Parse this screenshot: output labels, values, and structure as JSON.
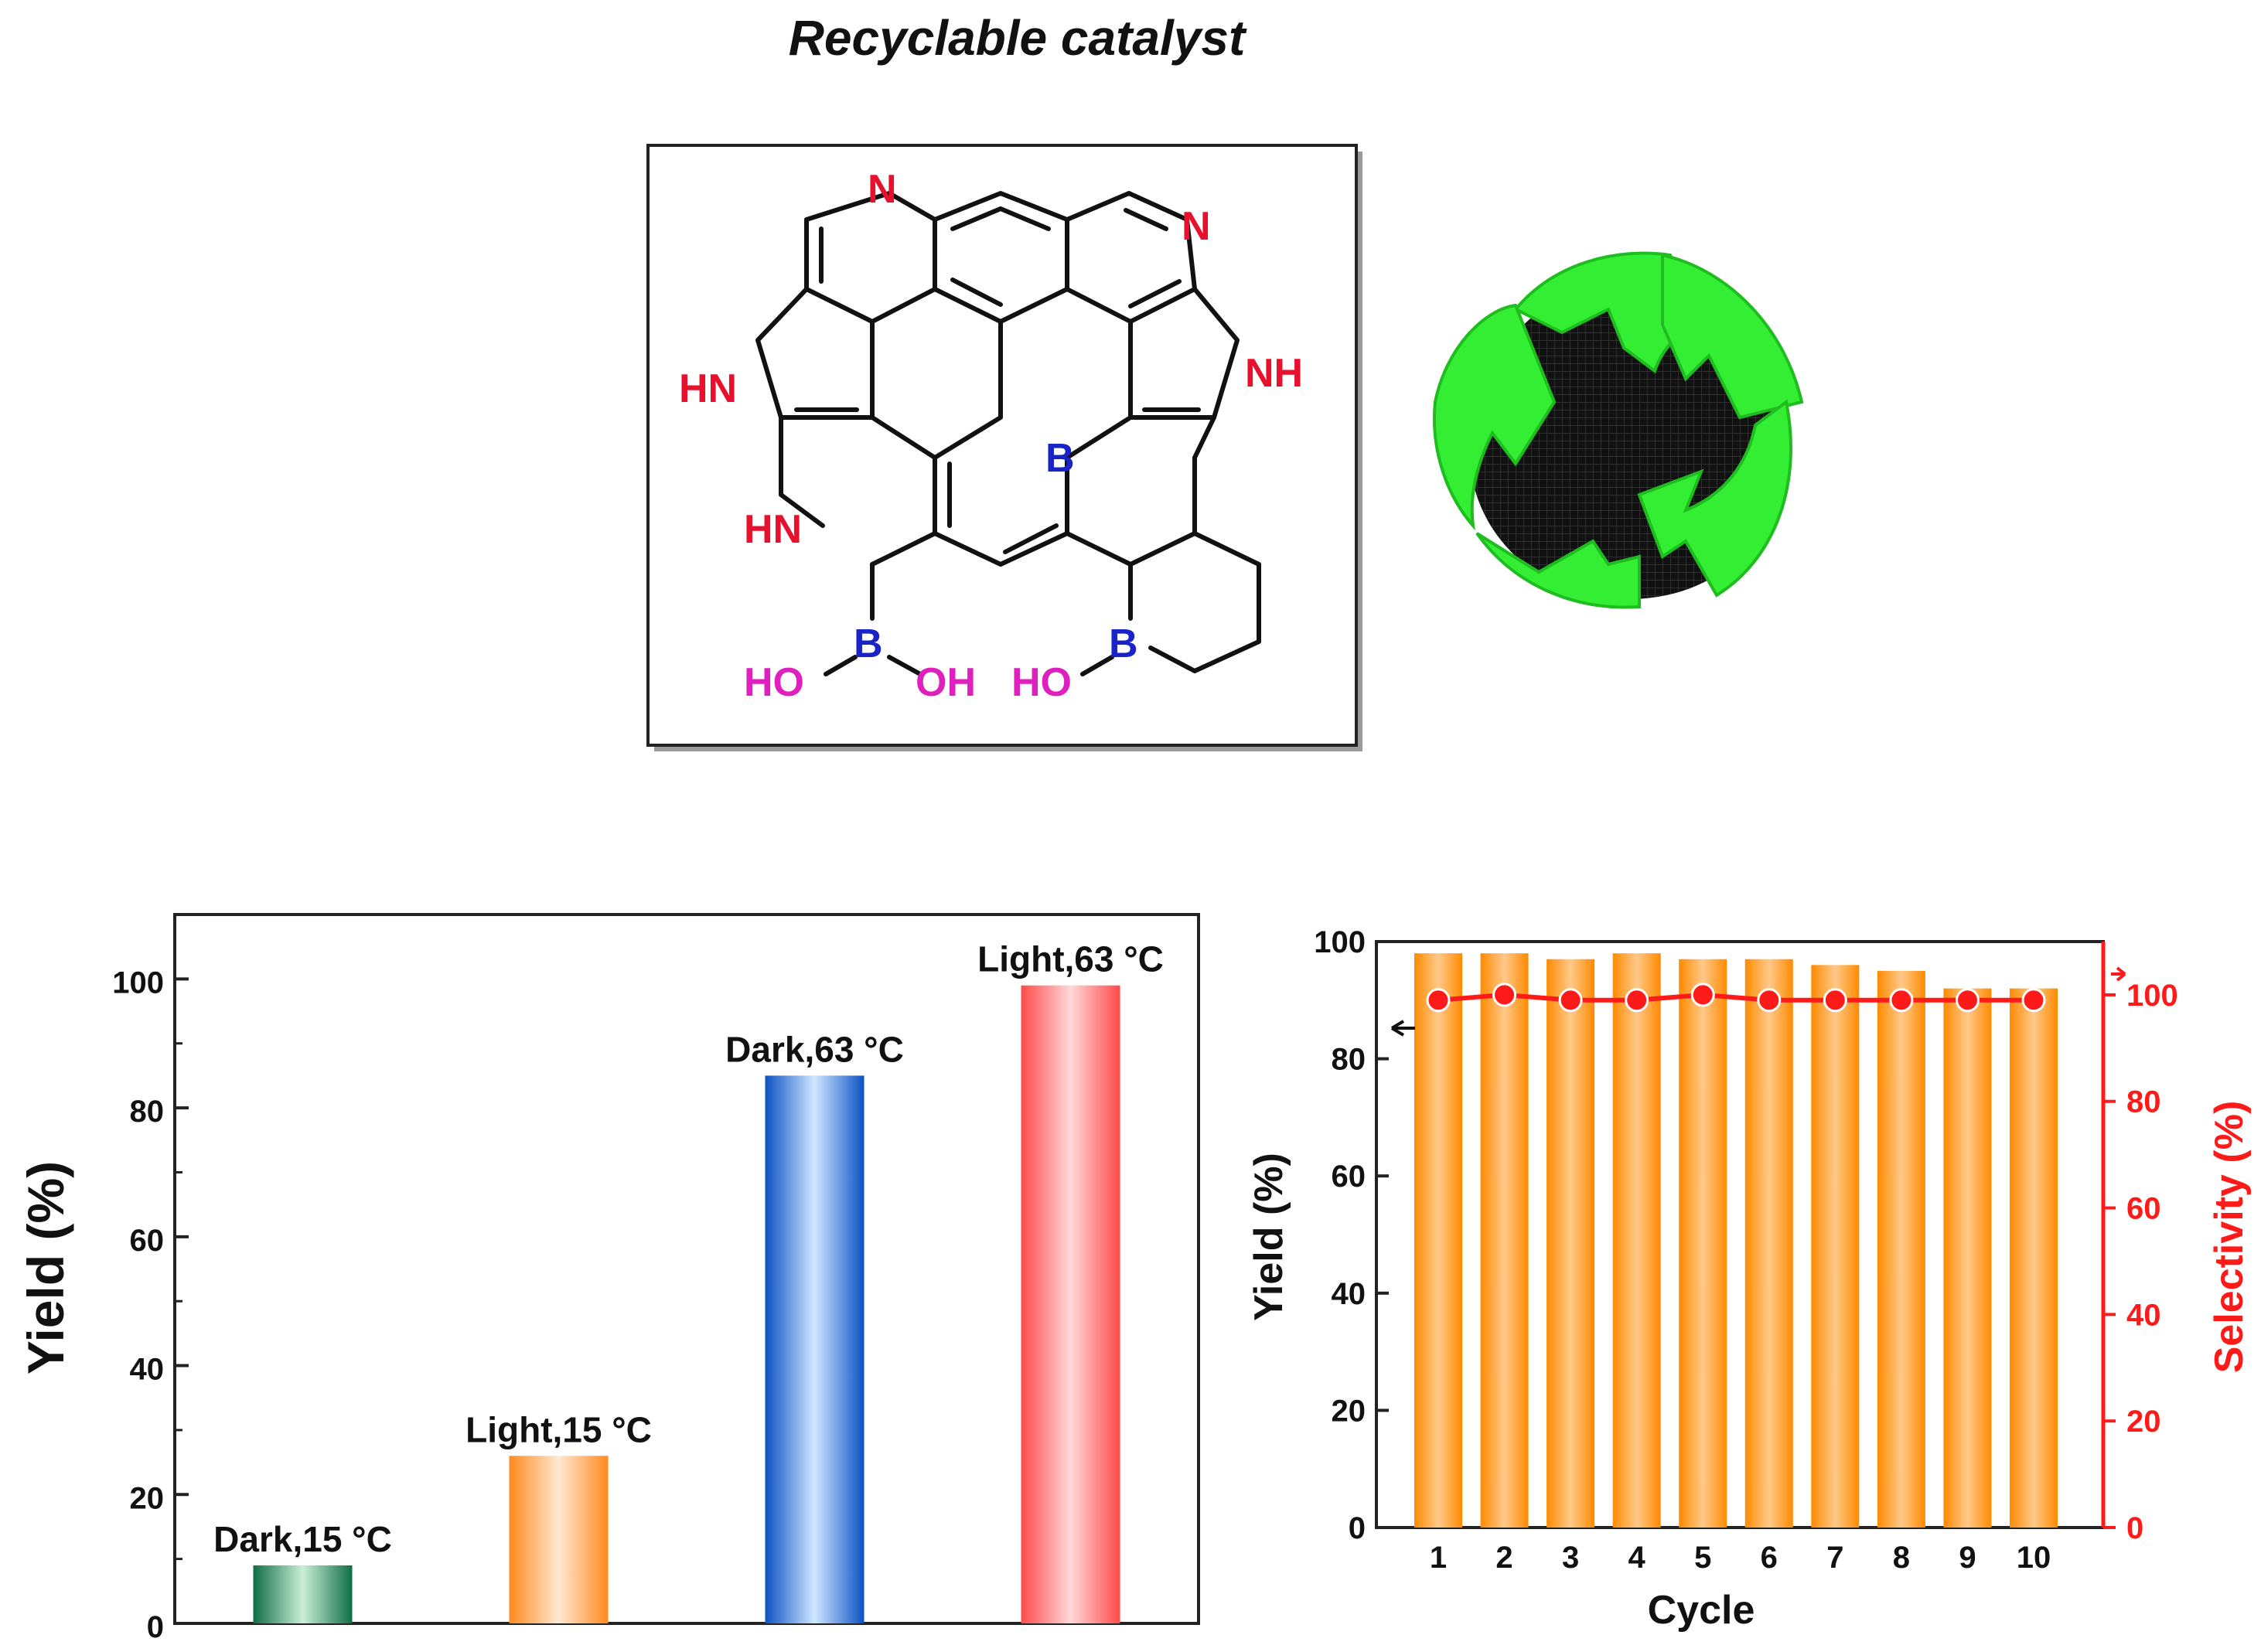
{
  "title": "Recyclable catalyst",
  "molecule": {
    "atoms": {
      "n_top": "N",
      "n_right": "N",
      "nh_left": "HN",
      "nh_right": "NH",
      "nh_lower": "HN",
      "b_center": "B",
      "b_left": "B",
      "b_right": "B",
      "ho_1": "HO",
      "oh_1": "OH",
      "ho_2": "HO"
    },
    "colors": {
      "nitrogen": "#e8112d",
      "boron": "#1a23c8",
      "hydroxyl": "#e01fbf",
      "bond": "#111111"
    }
  },
  "recycle_icon": {
    "name": "recycle-icon",
    "colors": {
      "arrows": "#33ee33",
      "ball": "#111111"
    }
  },
  "chart_data": [
    {
      "type": "bar",
      "title": "",
      "xlabel": "",
      "ylabel": "Yield (%)",
      "ylim": [
        0,
        110
      ],
      "yticks": [
        0,
        20,
        40,
        60,
        80,
        100
      ],
      "categories": [
        "Dark,15 °C",
        "Light,15 °C",
        "Dark,63 °C",
        "Light,63 °C"
      ],
      "values": [
        9,
        26,
        85,
        99
      ],
      "bar_labels": [
        "Dark,15 °C",
        "Light,15 °C",
        "Dark,63 °C",
        "Light,63 °C"
      ],
      "colors": [
        "#1a8a5a",
        "#ffa24a",
        "#1f6fe0",
        "#ff5a5a"
      ],
      "grid": false
    },
    {
      "type": "bar",
      "title": "",
      "xlabel": "Cycle",
      "categories": [
        "1",
        "2",
        "3",
        "4",
        "5",
        "6",
        "7",
        "8",
        "9",
        "10"
      ],
      "ylabel": "Yield (%)",
      "ylim": [
        0,
        100
      ],
      "yticks": [
        0,
        20,
        40,
        60,
        80,
        100
      ],
      "y2label": "Selectivity (%)",
      "y2lim": [
        0,
        110
      ],
      "y2ticks": [
        0,
        20,
        40,
        60,
        80,
        100
      ],
      "series": [
        {
          "name": "Yield",
          "type": "bar",
          "axis": "left",
          "color": "#ff9a1f",
          "values": [
            98,
            98,
            97,
            98,
            97,
            97,
            96,
            95,
            92,
            92
          ]
        },
        {
          "name": "Selectivity",
          "type": "line",
          "axis": "right",
          "color": "#ff1a1a",
          "values": [
            99,
            100,
            99,
            99,
            100,
            99,
            99,
            99,
            99,
            99
          ]
        }
      ],
      "grid": false
    }
  ]
}
